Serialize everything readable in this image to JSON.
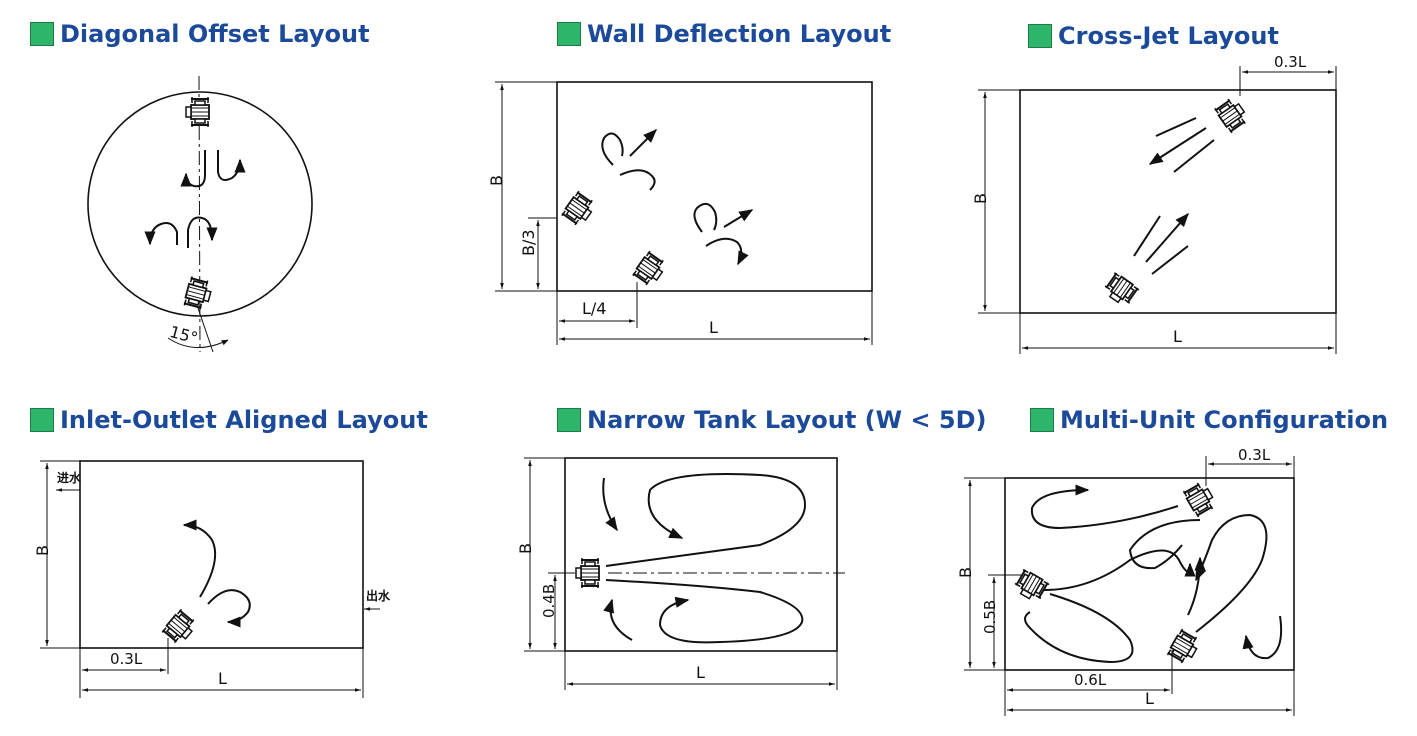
{
  "panels": {
    "p1": {
      "title": "Diagonal Offset Layout",
      "angle": "15°"
    },
    "p2": {
      "title": "Wall Deflection Layout",
      "dim_b": "B",
      "dim_b3": "B/3",
      "dim_l4": "L/4",
      "dim_l": "L"
    },
    "p3": {
      "title": "Cross-Jet Layout",
      "dim_03l": "0.3L",
      "dim_b": "B",
      "dim_l": "L"
    },
    "p4": {
      "title": "Inlet-Outlet Aligned Layout",
      "inlet": "进水",
      "outlet": "出水",
      "dim_b": "B",
      "dim_03l": "0.3L",
      "dim_l": "L"
    },
    "p5": {
      "title": "Narrow Tank Layout (W < 5D)",
      "dim_b": "B",
      "dim_04b": "0.4B",
      "dim_l": "L"
    },
    "p6": {
      "title": "Multi-Unit Configuration",
      "dim_03l": "0.3L",
      "dim_b": "B",
      "dim_05b": "0.5B",
      "dim_06l": "0.6L",
      "dim_l": "L"
    }
  },
  "colors": {
    "title_text": "#1c4a9a",
    "title_marker": "#2db56a"
  }
}
